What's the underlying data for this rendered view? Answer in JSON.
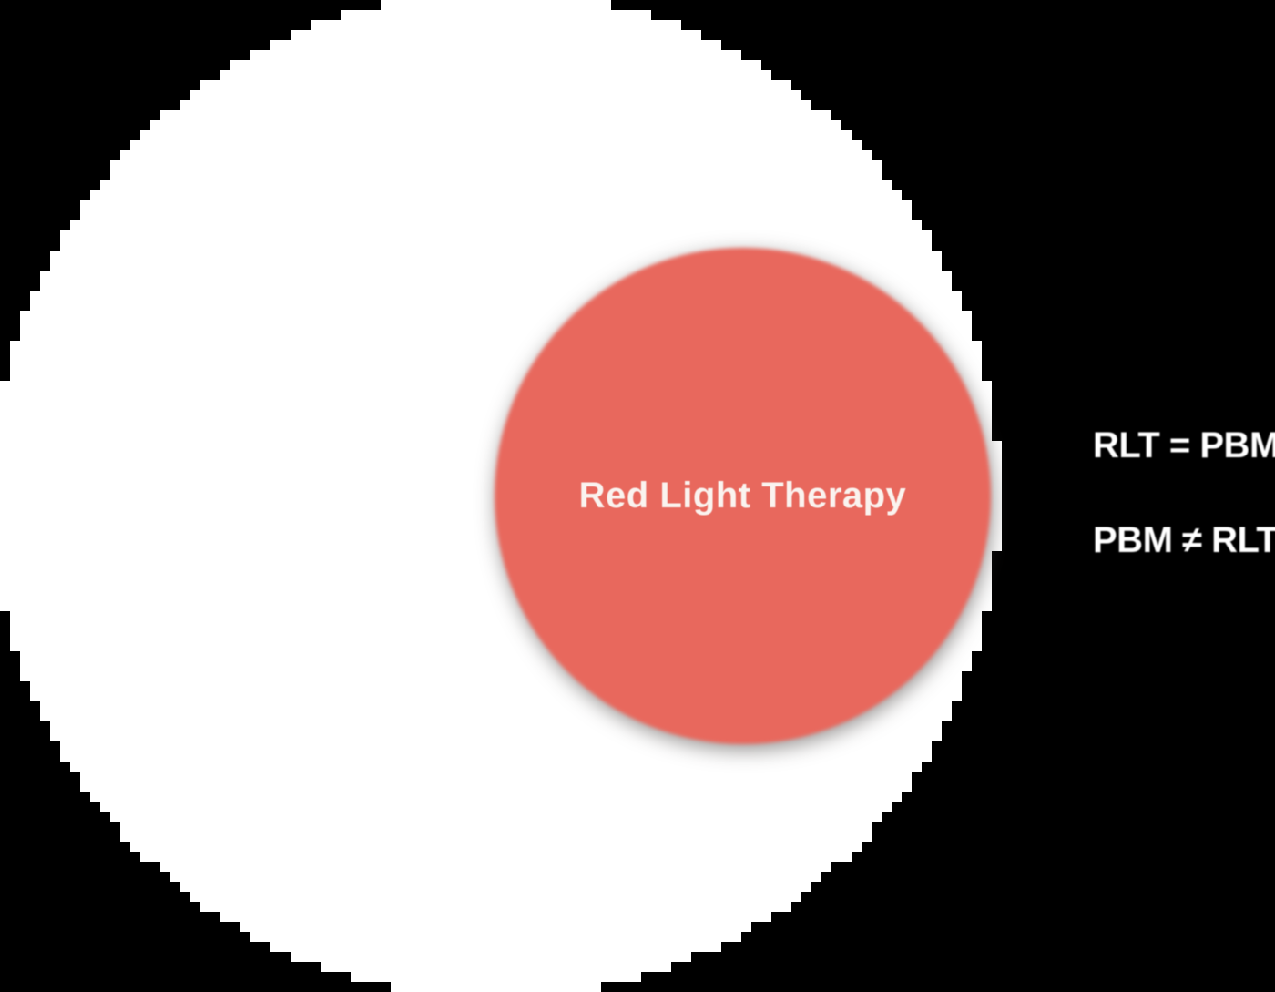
{
  "background_color": "#000000",
  "venn": {
    "outer_circle": {
      "color": "#FFFFFF"
    },
    "inner_circle": {
      "label": "Red Light Therapy",
      "color": "#E8685D",
      "label_color": "#FAF3EF"
    }
  },
  "annotations": {
    "color": "#FFFFFF",
    "lines": [
      {
        "text": "RLT = PBM"
      },
      {
        "text": "PBM ≠ RLT"
      }
    ]
  }
}
